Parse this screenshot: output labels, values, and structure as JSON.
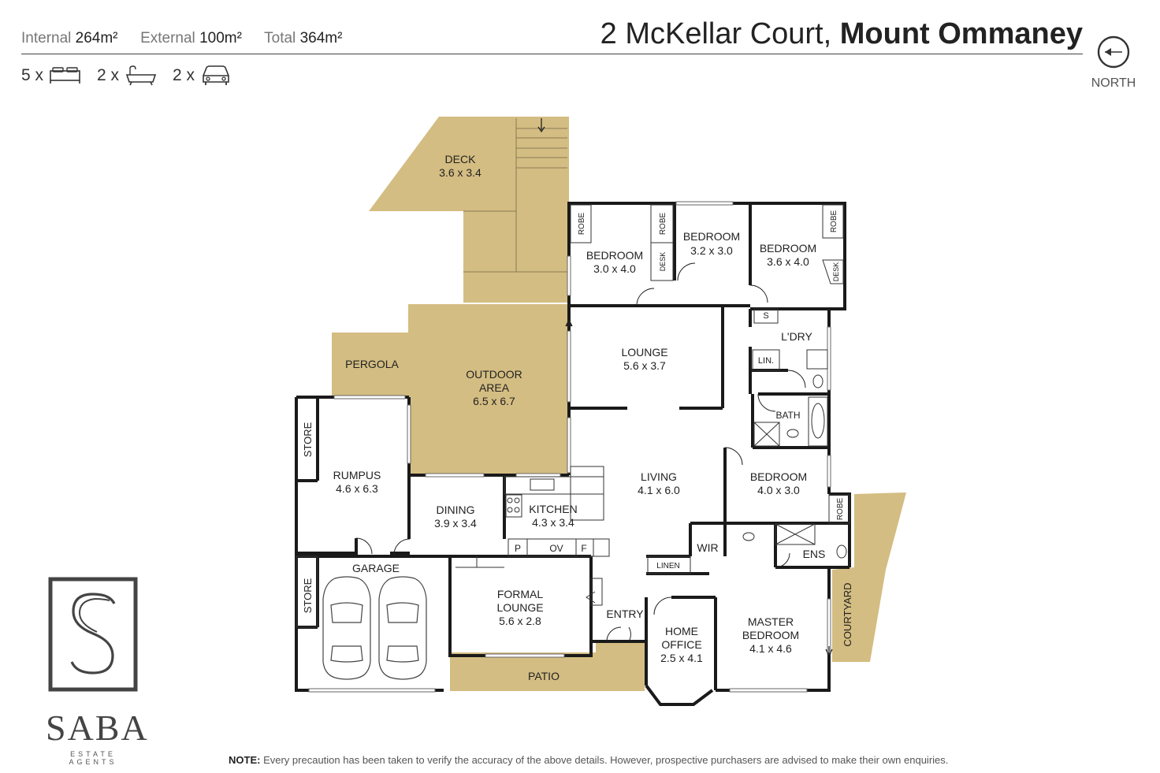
{
  "header": {
    "internal_label": "Internal",
    "internal_value": "264m²",
    "external_label": "External",
    "external_value": "100m²",
    "total_label": "Total",
    "total_value": "364m²",
    "address_street": "2 McKellar Court,",
    "address_suburb": "Mount Ommaney"
  },
  "counts": {
    "bed": "5 x",
    "bath": "2 x",
    "car": "2 x",
    "bed_icon": "bed-icon",
    "bath_icon": "bathtub-icon",
    "car_icon": "car-icon"
  },
  "compass": {
    "label": "NORTH",
    "icon": "compass-icon"
  },
  "colors": {
    "outdoor": "#d4bd82",
    "wall": "#1a1a1a",
    "text": "#222222"
  },
  "rooms": {
    "deck_name": "DECK",
    "deck_dim": "3.6 x 3.4",
    "pergola_name": "PERGOLA",
    "outdoor_l1": "OUTDOOR",
    "outdoor_l2": "AREA",
    "outdoor_dim": "6.5 x 6.7",
    "bed1_name": "BEDROOM",
    "bed1_dim": "3.0 x 4.0",
    "bed2_name": "BEDROOM",
    "bed2_dim": "3.2 x 3.0",
    "bed3_name": "BEDROOM",
    "bed3_dim": "3.6 x 4.0",
    "lounge_name": "LOUNGE",
    "lounge_dim": "5.6 x 3.7",
    "laundry_name": "L'DRY",
    "linen_short": "LIN.",
    "sink_label": "S",
    "bath_name": "BATH",
    "store1_name": "STORE",
    "rumpus_name": "RUMPUS",
    "rumpus_dim": "4.6 x 6.3",
    "living_name": "LIVING",
    "living_dim": "4.1 x 6.0",
    "bed4_name": "BEDROOM",
    "bed4_dim": "4.0 x 3.0",
    "dining_name": "DINING",
    "dining_dim": "3.9 x 3.4",
    "kitchen_name": "KITCHEN",
    "kitchen_dim": "4.3 x 3.4",
    "pantry_label": "P",
    "oven_label": "OV",
    "fridge_label": "F",
    "wir_name": "WIR",
    "ens_name": "ENS",
    "robe_label": "ROBE",
    "desk_label": "DESK",
    "linen_name": "LINEN",
    "garage_name": "GARAGE",
    "store2_name": "STORE",
    "formal_l1": "FORMAL",
    "formal_l2": "LOUNGE",
    "formal_dim": "5.6 x 2.8",
    "entry_name": "ENTRY",
    "office_l1": "HOME",
    "office_l2": "OFFICE",
    "office_dim": "2.5 x 4.1",
    "master_l1": "MASTER",
    "master_l2": "BEDROOM",
    "master_dim": "4.1 x 4.6",
    "courtyard_name": "COURTYARD",
    "patio_name": "PATIO"
  },
  "logo": {
    "brand": "SABA",
    "tagline": "ESTATE AGENTS",
    "monogram": "S"
  },
  "note": {
    "label": "NOTE:",
    "text": "Every precaution has been taken to verify the accuracy of the above details. However, prospective purchasers are advised to make their own enquiries."
  }
}
